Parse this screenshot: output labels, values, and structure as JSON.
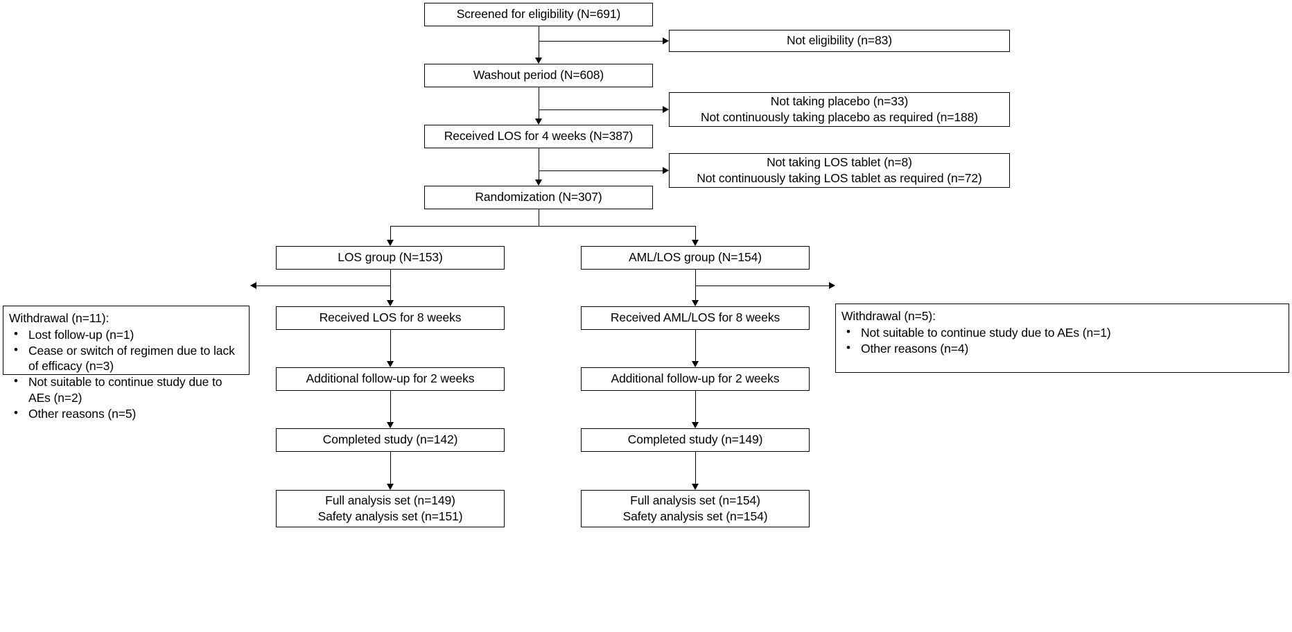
{
  "diagram": {
    "type": "consort-flow-diagram",
    "main_flow": [
      {
        "id": "screened",
        "lines": [
          "Screened for eligibility (N=691)"
        ]
      },
      {
        "id": "washout",
        "lines": [
          "Washout period (N=608)"
        ]
      },
      {
        "id": "received_los_4",
        "lines": [
          "Received LOS for 4 weeks (N=387)"
        ]
      },
      {
        "id": "randomization",
        "lines": [
          "Randomization (N=307)"
        ]
      }
    ],
    "exclusions": [
      {
        "id": "not_eligible",
        "lines": [
          "Not eligibility (n=83)"
        ]
      },
      {
        "id": "not_placebo",
        "lines": [
          "Not taking placebo (n=33)",
          "Not continuously taking placebo as required (n=188)"
        ]
      },
      {
        "id": "not_los_tablet",
        "lines": [
          "Not taking LOS tablet (n=8)",
          "Not continuously taking LOS tablet as required (n=72)"
        ]
      }
    ],
    "arms": {
      "left": [
        {
          "id": "los_group",
          "lines": [
            "LOS group (N=153)"
          ]
        },
        {
          "id": "los_received_8",
          "lines": [
            "Received LOS for 8 weeks"
          ]
        },
        {
          "id": "los_followup",
          "lines": [
            "Additional follow-up for 2 weeks"
          ]
        },
        {
          "id": "los_completed",
          "lines": [
            "Completed study (n=142)"
          ]
        },
        {
          "id": "los_analysis",
          "lines": [
            "Full analysis set (n=149)",
            "Safety analysis set (n=151)"
          ]
        }
      ],
      "right": [
        {
          "id": "amllos_group",
          "lines": [
            "AML/LOS group (N=154)"
          ]
        },
        {
          "id": "amllos_received_8",
          "lines": [
            "Received AML/LOS  for 8 weeks"
          ]
        },
        {
          "id": "amllos_followup",
          "lines": [
            "Additional follow-up for 2 weeks"
          ]
        },
        {
          "id": "amllos_completed",
          "lines": [
            "Completed study (n=149)"
          ]
        },
        {
          "id": "amllos_analysis",
          "lines": [
            "Full analysis set (n=154)",
            "Safety analysis set (n=154)"
          ]
        }
      ]
    },
    "withdrawals": {
      "left": {
        "header": "Withdrawal (n=11):",
        "items": [
          "Lost follow-up (n=1)",
          "Cease or switch of regimen due to lack of efficacy (n=3)",
          "Not suitable to continue study due to AEs (n=2)",
          "Other reasons (n=5)"
        ]
      },
      "right": {
        "header": "Withdrawal (n=5):",
        "items": [
          "Not suitable to continue study due to AEs (n=1)",
          "Other reasons (n=4)"
        ]
      }
    },
    "colors": {
      "stroke": "#000000",
      "background": "#ffffff",
      "text": "#000000"
    }
  }
}
